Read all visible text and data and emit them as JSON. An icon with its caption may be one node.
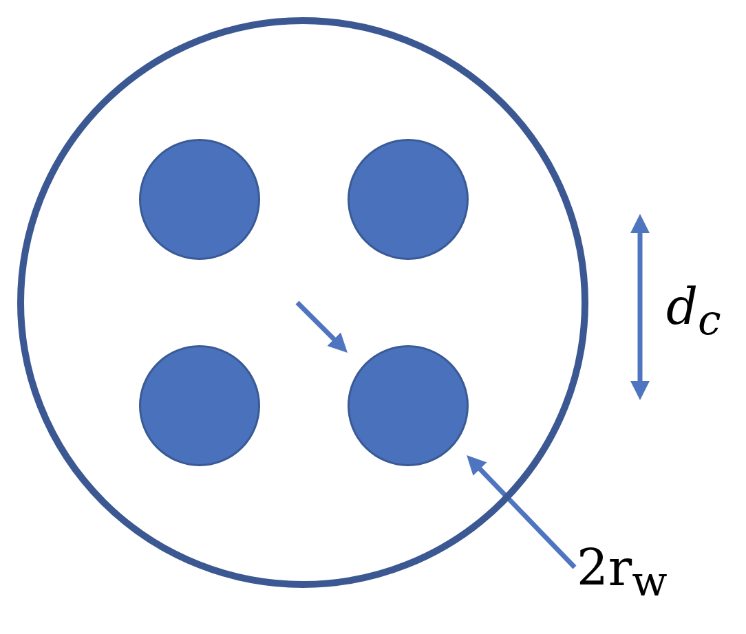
{
  "diagram": {
    "nodes": [
      {
        "text": [],
        "shape": "circle"
      },
      {
        "text": [],
        "shape": "circle",
        "in": 0
      },
      {
        "text": [],
        "shape": "circle",
        "in": 0
      },
      {
        "text": [],
        "shape": "circle",
        "in": 0
      },
      {
        "text": [],
        "shape": "circle",
        "in": 0
      }
    ],
    "labels": [
      "d$_{c}$",
      "2r$_{w}$"
    ]
  }
}
